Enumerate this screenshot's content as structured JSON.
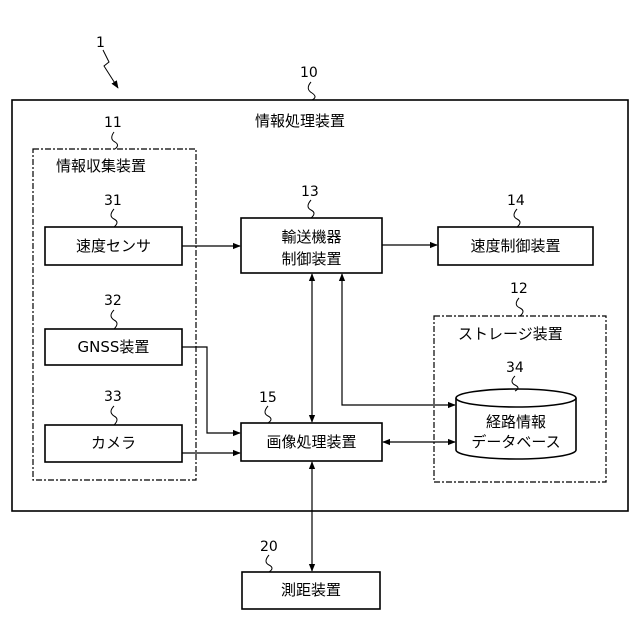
{
  "system_ref": "1",
  "main_frame": {
    "ref": "10",
    "title": "情報処理装置"
  },
  "collector": {
    "ref": "11",
    "title": "情報収集装置"
  },
  "storage": {
    "ref": "12",
    "title": "ストレージ装置"
  },
  "blocks": {
    "speed_sensor": {
      "ref": "31",
      "label": "速度センサ"
    },
    "gnss": {
      "ref": "32",
      "label": "GNSS装置"
    },
    "camera": {
      "ref": "33",
      "label": "カメラ"
    },
    "transport_control": {
      "ref": "13",
      "line1": "輸送機器",
      "line2": "制御装置"
    },
    "speed_control": {
      "ref": "14",
      "label": "速度制御装置"
    },
    "image_processing": {
      "ref": "15",
      "label": "画像処理装置"
    },
    "route_db": {
      "ref": "34",
      "line1": "経路情報",
      "line2": "データベース"
    },
    "ranging": {
      "ref": "20",
      "label": "測距装置"
    }
  }
}
